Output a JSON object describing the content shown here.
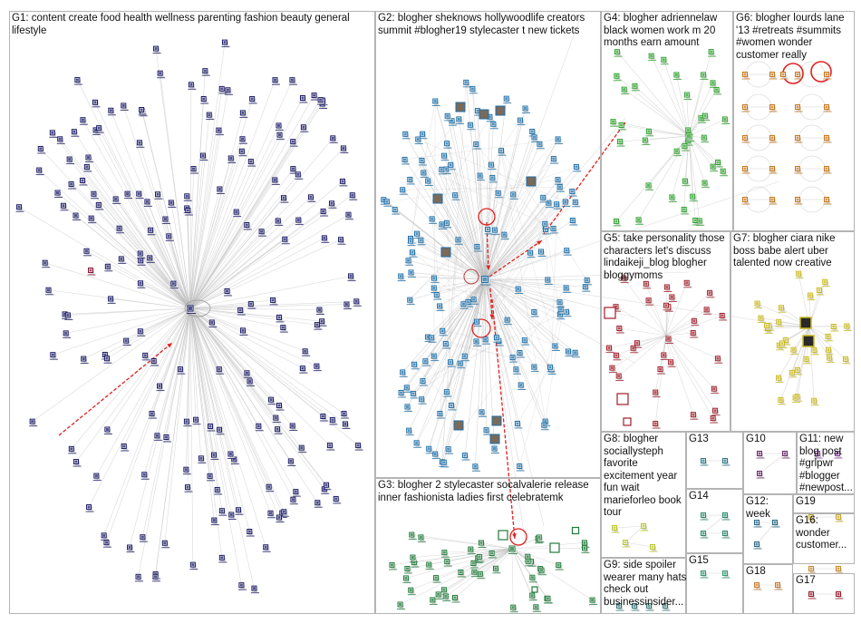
{
  "groups": [
    {
      "id": "G1",
      "label": "G1: content create food health wellness parenting fashion beauty general lifestyle",
      "color": "#1a1a66"
    },
    {
      "id": "G2",
      "label": "G2: blogher sheknows hollywoodlife creators summit #blogher19 stylecaster t new tickets",
      "color": "#1f6fa8"
    },
    {
      "id": "G3",
      "label": "G3: blogher 2 stylecaster socalvalerie release inner fashionista ladies first celebratemk",
      "color": "#1f7a3a"
    },
    {
      "id": "G4",
      "label": "G4: blogher adriennelaw black women work m 20 months earn amount",
      "color": "#2ca02c"
    },
    {
      "id": "G5",
      "label": "G5: take personality those characters let's discuss lindaikeji_blog blogher bloggymoms",
      "color": "#a01d2a"
    },
    {
      "id": "G6",
      "label": "G6: blogher lourds lane '13 #retreats #summits #women wonder customer really",
      "color": "#c8781e"
    },
    {
      "id": "G7",
      "label": "G7: blogher ciara nike boss babe alert uber talented now creative",
      "color": "#c8b81e"
    },
    {
      "id": "G8",
      "label": "G8: blogher sociallysteph favorite excitement year fun wait marieforleo book tour",
      "color": "#b8c82e"
    },
    {
      "id": "G9",
      "label": "G9: side spoiler wearer many hats check out businessinsider...",
      "color": "#3a7a7a"
    },
    {
      "id": "G10",
      "label": "G10",
      "color": "#6a2a6a"
    },
    {
      "id": "G11",
      "label": "G11: new blog post #grlpwr #blogger #newpost...",
      "color": "#8a3aa8"
    },
    {
      "id": "G12",
      "label": "G12: week",
      "color": "#2a6a8a"
    },
    {
      "id": "G13",
      "label": "G13",
      "color": "#2a7a8a"
    },
    {
      "id": "G14",
      "label": "G14",
      "color": "#2a8a6a"
    },
    {
      "id": "G15",
      "label": "G15",
      "color": "#2a9a6a"
    },
    {
      "id": "G16",
      "label": "G16: wonder customer...",
      "color": "#c88a2e"
    },
    {
      "id": "G17",
      "label": "G17",
      "color": "#9a1e2e"
    },
    {
      "id": "G18",
      "label": "G18",
      "color": "#c8782e"
    },
    {
      "id": "G19",
      "label": "G19",
      "color": "#c8a82e"
    }
  ],
  "colors": {
    "edge": "#bcbcbc",
    "edge_highlight": "#e02020",
    "panel_border": "#b4b4b4",
    "background": "#ffffff"
  }
}
